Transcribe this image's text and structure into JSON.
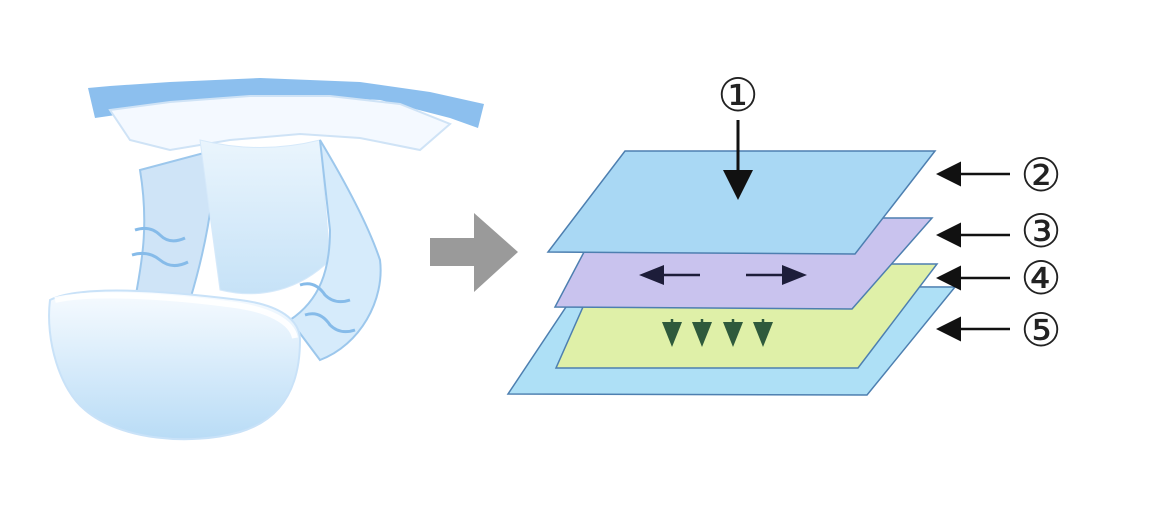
{
  "figure": {
    "image": {
      "subject": "diaper-illustration"
    },
    "arrow": {
      "icon": "right-arrow-icon",
      "color": "#9a9a9a"
    },
    "layers": [
      {
        "id": "layer-2",
        "color": "#a9d8f4",
        "edge": "#4d7fb0"
      },
      {
        "id": "layer-3",
        "color": "#c9c3ee",
        "edge": "#4d7fb0"
      },
      {
        "id": "layer-4",
        "color": "#dff0a8",
        "edge": "#4d7fb0"
      },
      {
        "id": "layer-5",
        "color": "#aee0f6",
        "edge": "#4d7fb0"
      }
    ],
    "labels": {
      "top": "①",
      "l2": "②",
      "l3": "③",
      "l4": "④",
      "l5": "⑤"
    },
    "inner_arrows": {
      "dark": "#1d1d3a",
      "green": "#2f5a3c"
    }
  }
}
